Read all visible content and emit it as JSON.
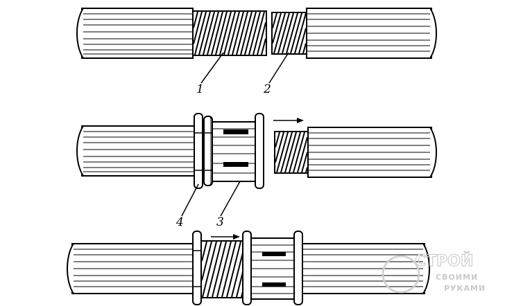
{
  "labels": {
    "l1": "1",
    "l2": "2",
    "l3": "3",
    "l4": "4"
  },
  "watermark": {
    "title": "СТРОЙ",
    "line1": "СВОИМИ",
    "line2": "РУКАМИ"
  },
  "colors": {
    "ink": "#000000",
    "paper": "#ffffff",
    "watermark": "#c8c8c8"
  }
}
